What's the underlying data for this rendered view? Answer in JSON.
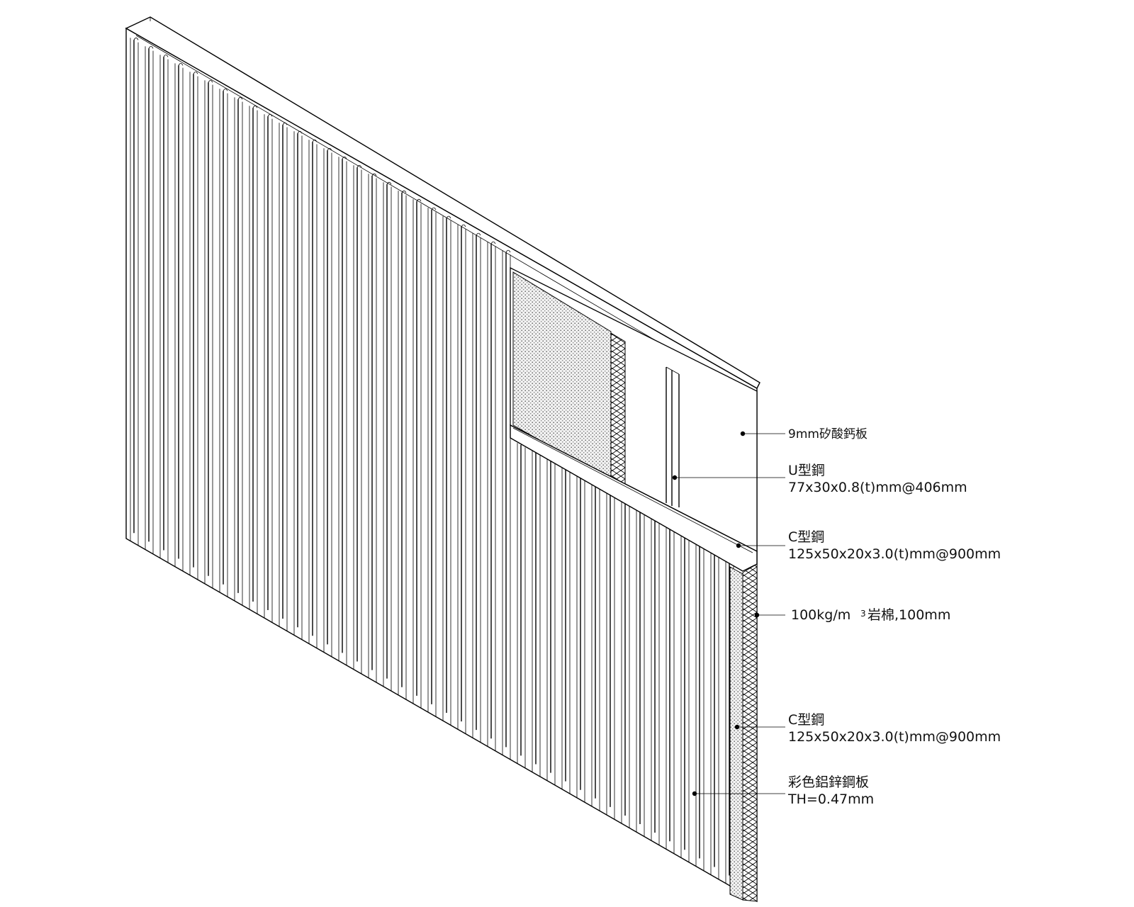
{
  "labels": {
    "board": "9mm矽酸鈣板",
    "u_steel_name": "U型鋼",
    "u_steel_spec": "77x30x0.8(t)mm@406mm",
    "c_steel_top_name": "C型鋼",
    "c_steel_top_spec": "125x50x20x3.0(t)mm@900mm",
    "rockwool_a": "100kg/m",
    "rockwool_sup": "3",
    "rockwool_b": "岩棉,100mm",
    "c_steel_bot_name": "C型鋼",
    "c_steel_bot_spec": "125x50x20x3.0(t)mm@900mm",
    "cladding_name": "彩色鋁鋅鋼板",
    "cladding_spec": "TH=0.47mm"
  }
}
